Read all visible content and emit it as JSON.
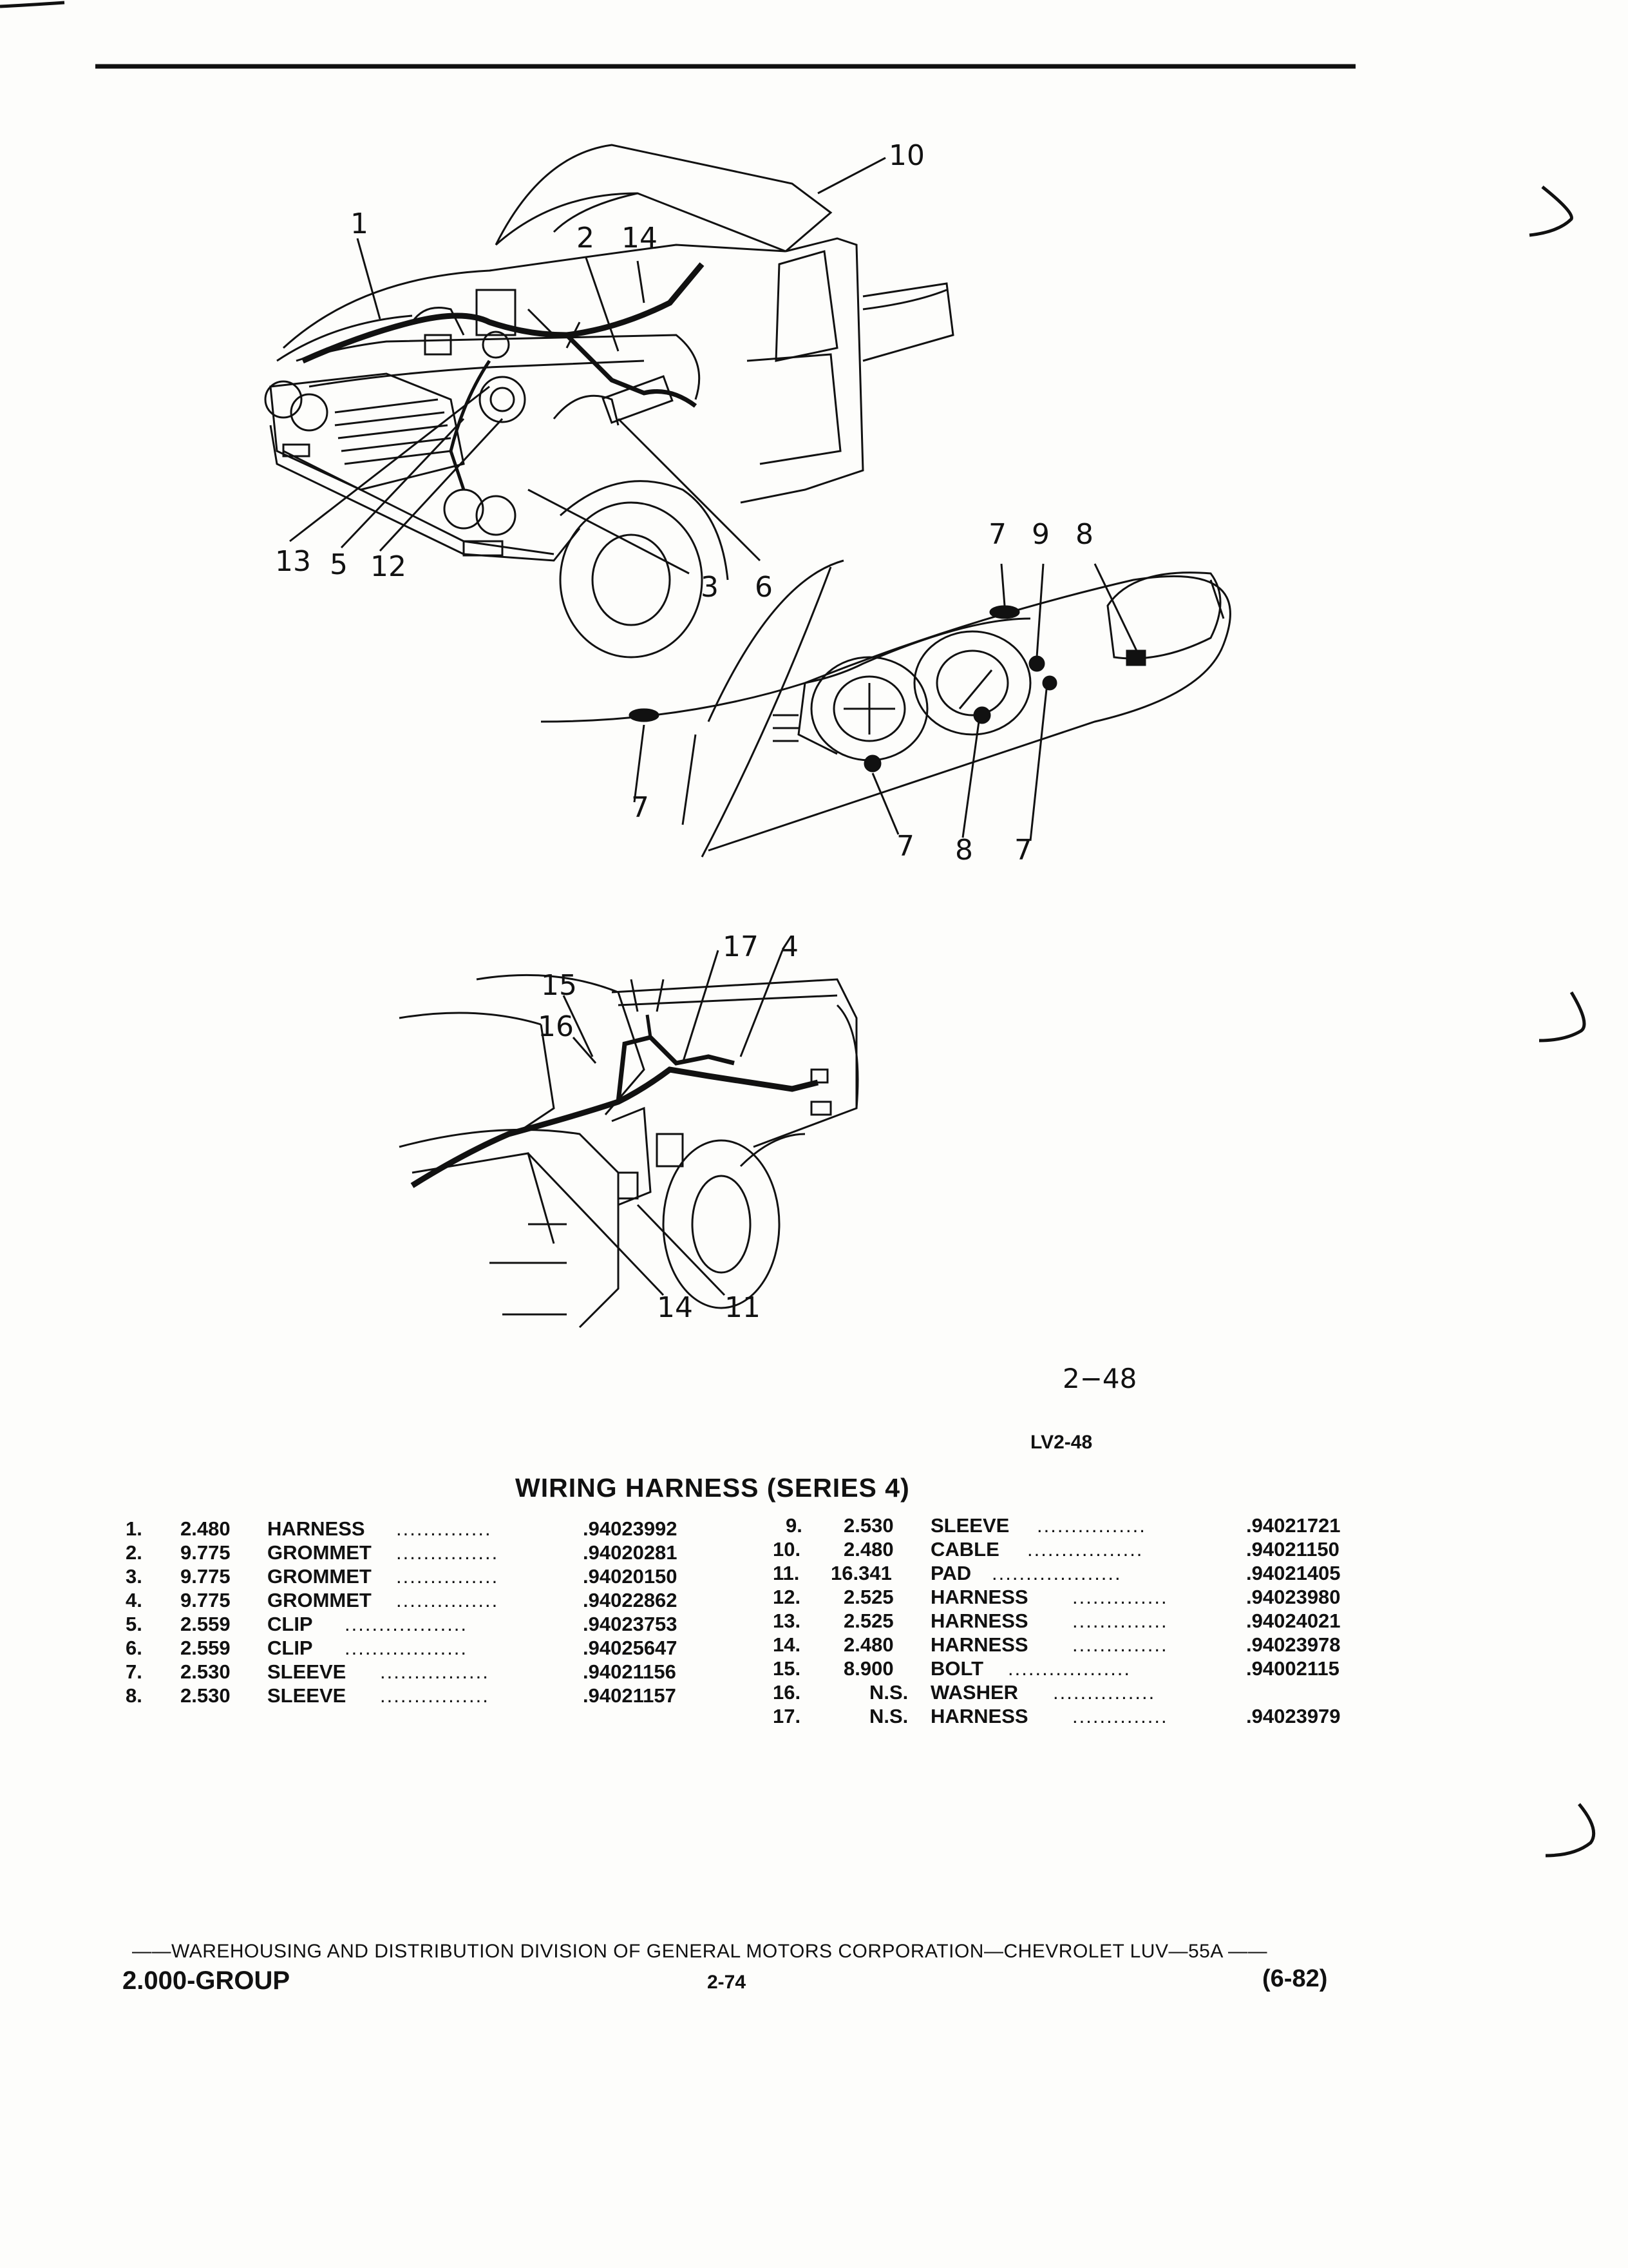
{
  "figure": {
    "number": "2−48",
    "code": "LV2-48",
    "callouts": {
      "c1": "1",
      "c2": "2",
      "c14a": "14",
      "c10": "10",
      "c13": "13",
      "c5": "5",
      "c12": "12",
      "c3": "3",
      "c6": "6",
      "d7a": "7",
      "d9": "9",
      "d8a": "8",
      "d7b": "7",
      "d7c": "7",
      "d8b": "8",
      "d7d": "7",
      "r17": "17",
      "r4": "4",
      "r15": "15",
      "r16": "16",
      "r14": "14",
      "r11": "11"
    }
  },
  "title": "WIRING HARNESS (SERIES 4)",
  "parts_left": [
    {
      "num": "1.",
      "group": "2.480",
      "desc": "HARNESS",
      "dots": "..............",
      "pn": ".94023992"
    },
    {
      "num": "2.",
      "group": "9.775",
      "desc": "GROMMET",
      "dots": "...............",
      "pn": ".94020281"
    },
    {
      "num": "3.",
      "group": "9.775",
      "desc": "GROMMET",
      "dots": "...............",
      "pn": ".94020150"
    },
    {
      "num": "4.",
      "group": "9.775",
      "desc": "GROMMET",
      "dots": "...............",
      "pn": ".94022862"
    },
    {
      "num": "5.",
      "group": "2.559",
      "desc": "CLIP",
      "dots": "..................",
      "pn": ".94023753"
    },
    {
      "num": "6.",
      "group": "2.559",
      "desc": "CLIP",
      "dots": "..................",
      "pn": ".94025647"
    },
    {
      "num": "7.",
      "group": "2.530",
      "desc": "SLEEVE",
      "dots": "................",
      "pn": ".94021156"
    },
    {
      "num": "8.",
      "group": "2.530",
      "desc": "SLEEVE",
      "dots": "................",
      "pn": ".94021157"
    }
  ],
  "parts_right": [
    {
      "num": "9.",
      "group": "2.530",
      "desc": "SLEEVE",
      "dots": "................",
      "pn": ".94021721"
    },
    {
      "num": "10.",
      "group": "2.480",
      "desc": "CABLE",
      "dots": ".................",
      "pn": ".94021150"
    },
    {
      "num": "11.",
      "group": "16.341",
      "desc": "PAD",
      "dots": "...................",
      "pn": ".94021405"
    },
    {
      "num": "12.",
      "group": "2.525",
      "desc": "HARNESS",
      "dots": "..............",
      "pn": ".94023980"
    },
    {
      "num": "13.",
      "group": "2.525",
      "desc": "HARNESS",
      "dots": "..............",
      "pn": ".94024021"
    },
    {
      "num": "14.",
      "group": "2.480",
      "desc": "HARNESS",
      "dots": "..............",
      "pn": ".94023978"
    },
    {
      "num": "15.",
      "group": "8.900",
      "desc": "BOLT",
      "dots": "..................",
      "pn": ".94002115"
    },
    {
      "num": "16.",
      "group": "N.S.",
      "desc": "WASHER",
      "dots": "...............",
      "pn": ""
    },
    {
      "num": "17.",
      "group": "N.S.",
      "desc": "HARNESS",
      "dots": "..............",
      "pn": ".94023979"
    }
  ],
  "footer": {
    "division": "——WAREHOUSING AND DISTRIBUTION  DIVISION OF GENERAL MOTORS CORPORATION—CHEVROLET LUV—55A   ——",
    "group": "2.000-GROUP",
    "page": "2-74",
    "date": "(6-82)"
  }
}
